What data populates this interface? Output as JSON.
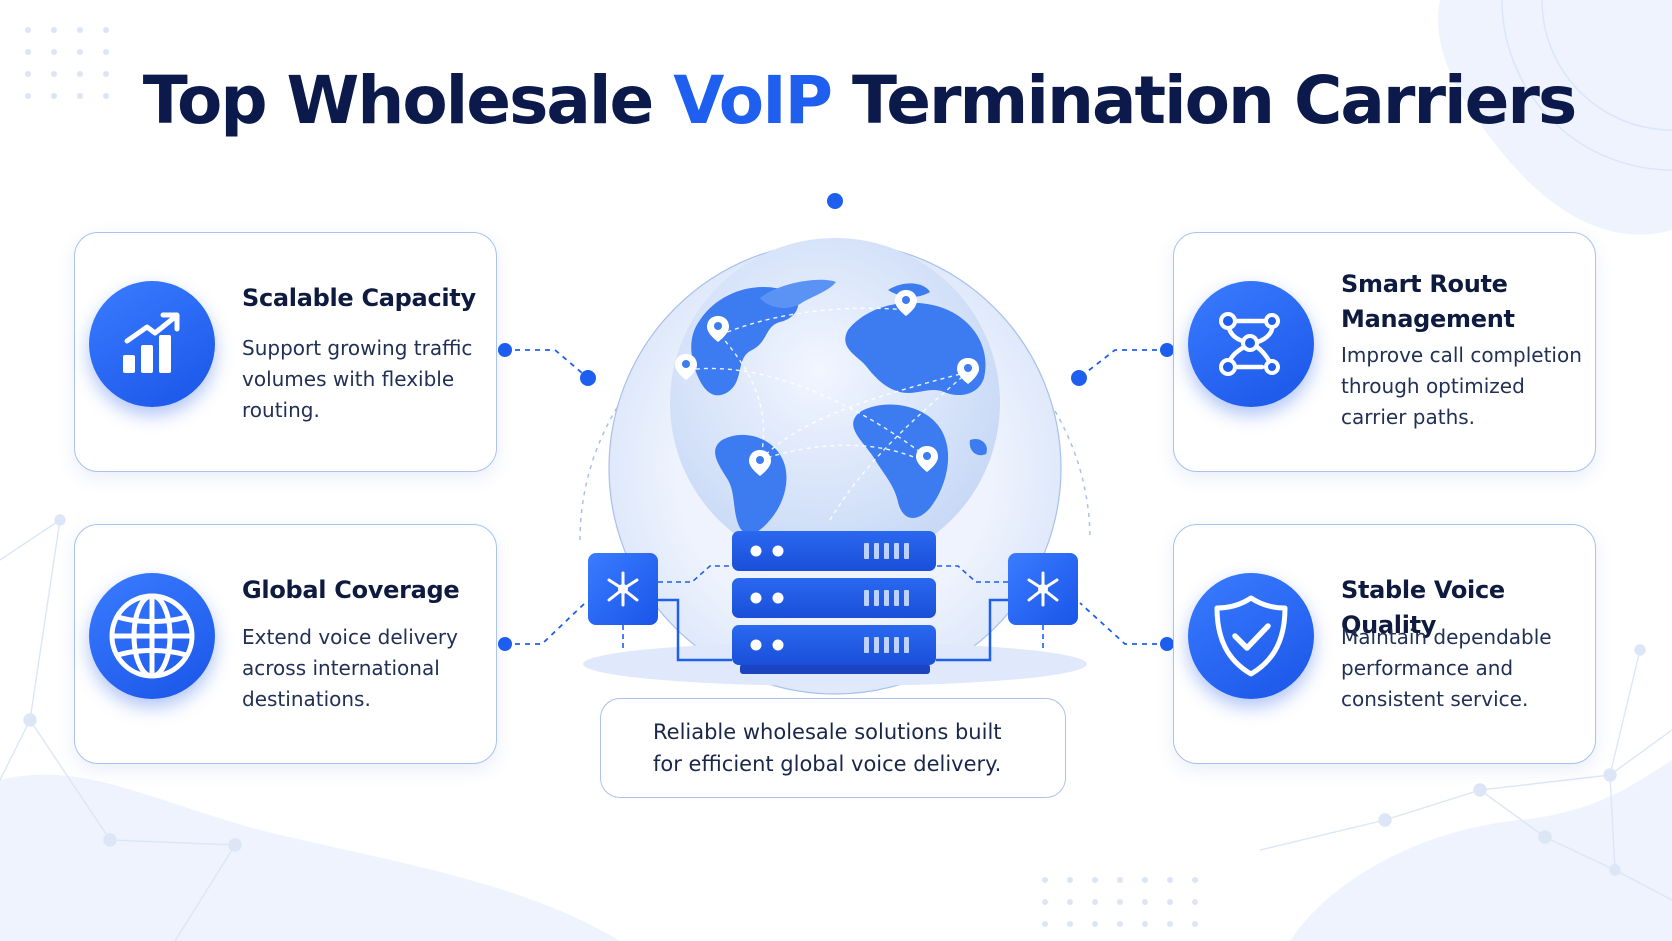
{
  "title": {
    "part1": "Top Wholesale ",
    "highlight": "VoIP",
    "part2": " Termination Carriers"
  },
  "cards": [
    {
      "title": "Scalable Capacity",
      "desc_lines": [
        "Support growing traffic",
        "volumes with flexible",
        "routing."
      ],
      "icon": "bar-chart-growth-icon"
    },
    {
      "title_lines": [
        "Smart Route",
        "Management"
      ],
      "desc_lines": [
        "Improve call completion",
        "through optimized",
        "carrier paths."
      ],
      "icon": "route-network-icon"
    },
    {
      "title": "Global Coverage",
      "desc_lines": [
        "Extend voice delivery",
        "across international",
        "destinations."
      ],
      "icon": "globe-icon"
    },
    {
      "title": "Stable Voice Quality",
      "desc_lines": [
        "Maintain dependable",
        "performance and",
        "consistent service."
      ],
      "icon": "shield-check-icon"
    }
  ],
  "caption": {
    "lines": [
      "Reliable wholesale solutions built",
      "for efficient global voice delivery."
    ]
  },
  "colors": {
    "accent": "#1e5ff0",
    "title": "#0b1a4a",
    "card_border": "#a9c2ee",
    "background": "#ffffff"
  }
}
